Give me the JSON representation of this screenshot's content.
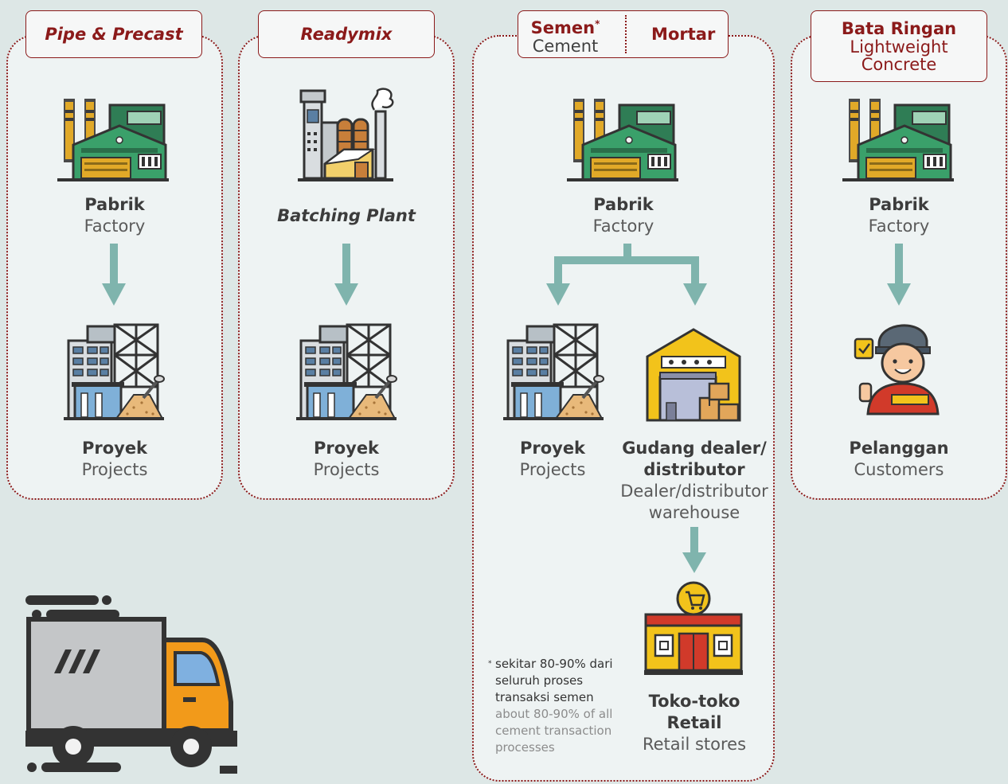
{
  "colors": {
    "accent": "#8b1a1a",
    "arrow": "#7fb4ad",
    "panel": "#eef3f3",
    "background": "#dde7e6"
  },
  "columns": [
    {
      "tag": "Pipe & Precast",
      "nodes": [
        {
          "icon": "factory-icon",
          "primary": "Pabrik",
          "secondary": "Factory"
        },
        {
          "icon": "construction-project-icon",
          "primary": "Proyek",
          "secondary": "Projects"
        }
      ]
    },
    {
      "tag": "Readymix",
      "nodes": [
        {
          "icon": "batching-plant-icon",
          "primary": "Batching Plant"
        },
        {
          "icon": "construction-project-icon",
          "primary": "Proyek",
          "secondary": "Projects"
        }
      ]
    },
    {
      "tag_left": {
        "primary": "Semen",
        "mark": "*",
        "secondary": "Cement"
      },
      "tag_right": "Mortar",
      "nodes": [
        {
          "icon": "factory-icon",
          "primary": "Pabrik",
          "secondary": "Factory"
        },
        {
          "icon": "construction-project-icon",
          "primary": "Proyek",
          "secondary": "Projects"
        },
        {
          "icon": "warehouse-icon",
          "primary": "Gudang dealer/",
          "primary2": "distributor",
          "secondary": "Dealer/distributor",
          "secondary2": "warehouse"
        },
        {
          "icon": "retail-store-icon",
          "primary": "Toko-toko",
          "primary2": "Retail",
          "secondary": "Retail stores"
        }
      ],
      "footnote": {
        "mark": "*",
        "lines": [
          "sekitar 80-90% dari",
          "seluruh proses",
          "transaksi semen"
        ],
        "translation_lines": [
          "about 80-90% of all",
          "cement transaction",
          "processes"
        ]
      }
    },
    {
      "tag": {
        "primary": "Bata Ringan",
        "secondary": "Lightweight",
        "secondary2": "Concrete"
      },
      "nodes": [
        {
          "icon": "factory-icon",
          "primary": "Pabrik",
          "secondary": "Factory"
        },
        {
          "icon": "customer-icon",
          "primary": "Pelanggan",
          "secondary": "Customers"
        }
      ]
    }
  ],
  "decoration": {
    "icon": "delivery-truck-icon"
  }
}
